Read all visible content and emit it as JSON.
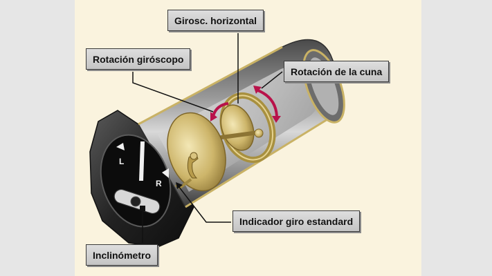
{
  "labels": {
    "horizontal_gyro": "Girosc. horizontal",
    "gyro_rotation": "Rotación giróscopo",
    "cradle_rotation": "Rotación de la cuna",
    "standard_turn_indicator": "Indicador giro estandard",
    "inclinometer": "Inclinómetro"
  },
  "dial": {
    "left_mark": "L",
    "right_mark": "R"
  },
  "colors": {
    "background": "#faf3de",
    "label_fill": "#d2d2d2",
    "casing": "#2a2a2a",
    "gold": "#c9b265",
    "arrow_red": "#b8124a"
  }
}
